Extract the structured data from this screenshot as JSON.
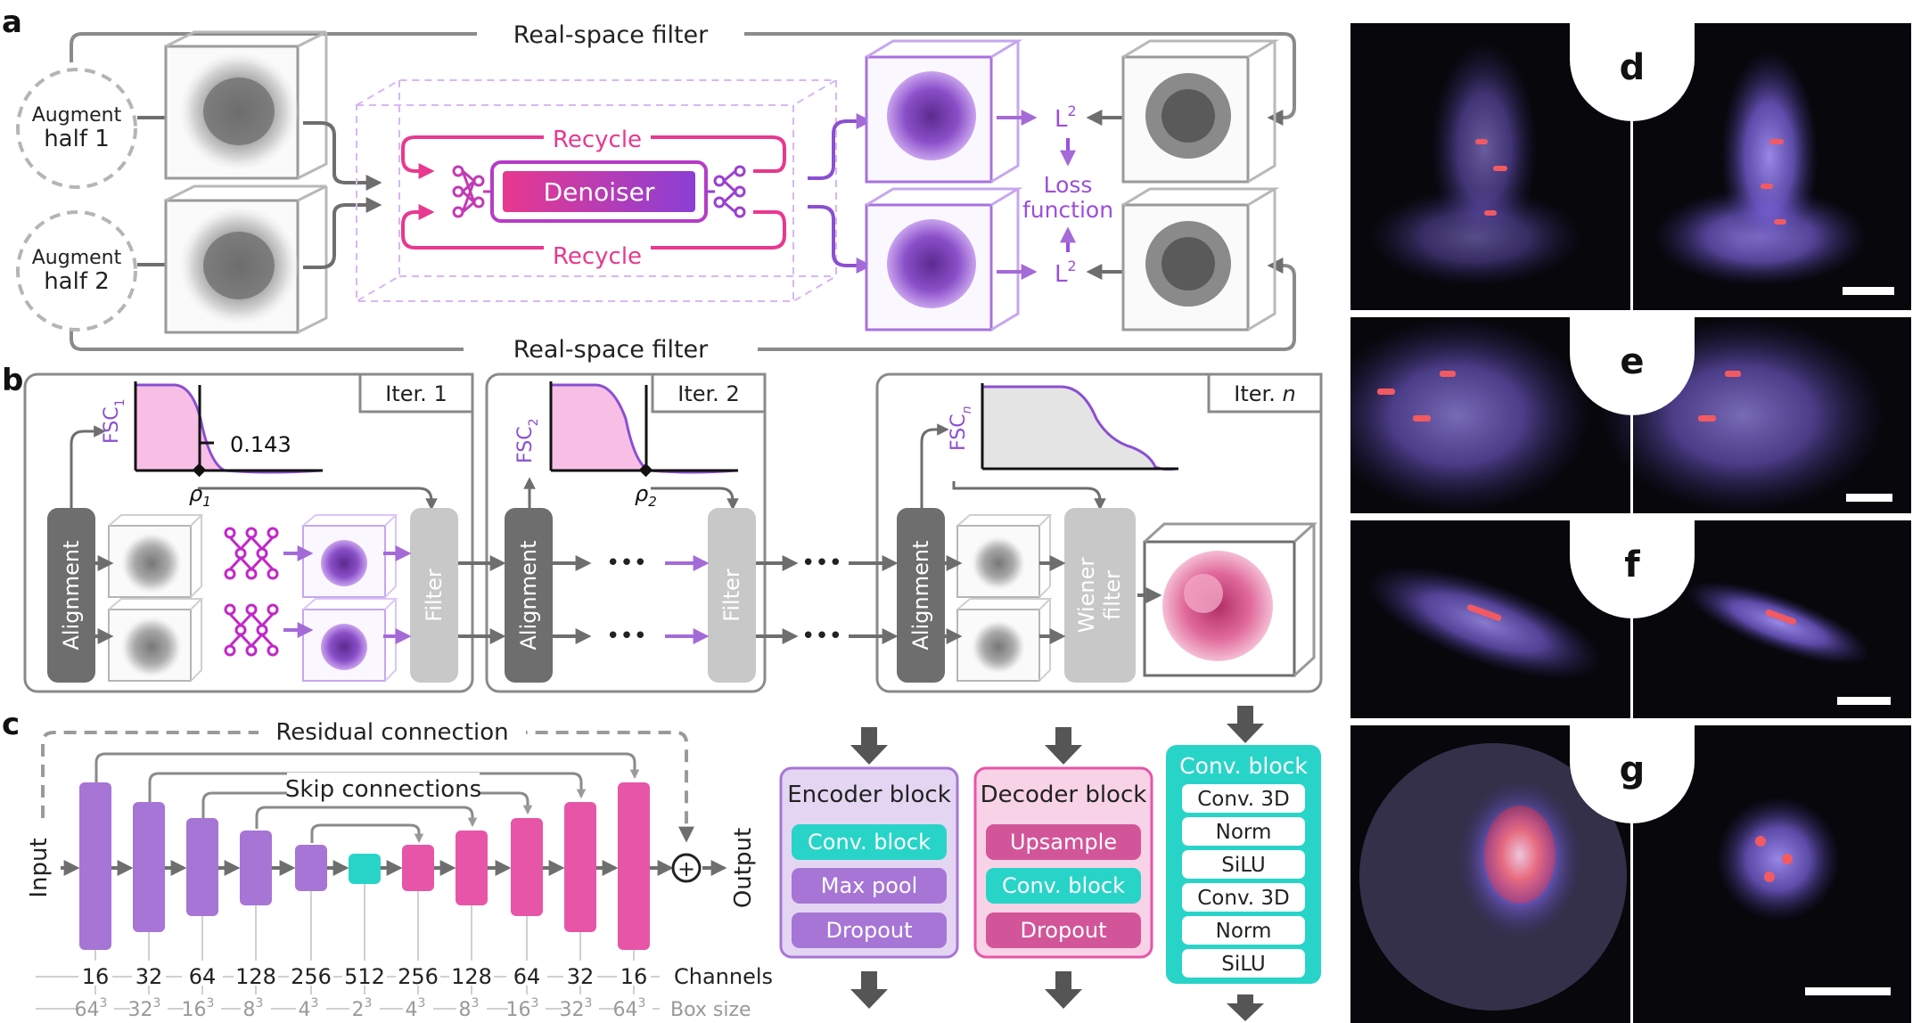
{
  "panel_a": {
    "label": "a",
    "rs_filter_top": "Real-space filter",
    "rs_filter_bottom": "Real-space filter",
    "augment1_l1": "Augment",
    "augment1_l2": "half 1",
    "augment2_l1": "Augment",
    "augment2_l2": "half 2",
    "recycle_top": "Recycle",
    "recycle_bottom": "Recycle",
    "denoiser": "Denoiser",
    "l2_top": "L",
    "l2_top_sup": "2",
    "l2_bottom": "L",
    "l2_bottom_sup": "2",
    "loss_l1": "Loss",
    "loss_l2": "function"
  },
  "panel_b": {
    "label": "b",
    "iter1": "Iter. 1",
    "iter2": "Iter. 2",
    "itern_prefix": "Iter. ",
    "itern_n": "n",
    "fsc": "FSC",
    "fsc1_sub": "1",
    "fsc2_sub": "2",
    "fscn_sub": "n",
    "threshold": "0.143",
    "rho": "ρ",
    "rho1_sub": "1",
    "rho2_sub": "2",
    "alignment": "Alignment",
    "filter": "Filter",
    "wiener_l1": "Wiener",
    "wiener_l2": "filter",
    "ellipsis": "•••"
  },
  "panel_c": {
    "label": "c",
    "residual": "Residual connection",
    "skip": "Skip connections",
    "input": "Input",
    "output": "Output",
    "plus": "+",
    "channels_label": "Channels",
    "boxsize_label": "Box size",
    "channels": [
      "16",
      "32",
      "64",
      "128",
      "256",
      "512",
      "256",
      "128",
      "64",
      "32",
      "16"
    ],
    "box_base": [
      "64",
      "32",
      "16",
      "8",
      "4",
      "2",
      "4",
      "8",
      "16",
      "32",
      "64"
    ],
    "box_exp": "3",
    "encoder": {
      "title": "Encoder block",
      "items": [
        "Conv. block",
        "Max pool",
        "Dropout"
      ]
    },
    "decoder": {
      "title": "Decoder block",
      "items": [
        "Upsample",
        "Conv. block",
        "Dropout"
      ]
    },
    "conv": {
      "title": "Conv. block",
      "items": [
        "Conv. 3D",
        "Norm",
        "SiLU",
        "Conv. 3D",
        "Norm",
        "SiLU"
      ]
    }
  },
  "maps": {
    "labels": [
      "d",
      "e",
      "f",
      "g"
    ]
  },
  "colors": {
    "purple": "#8b4fd1",
    "pink": "#e8388f",
    "teal": "#26d3c8",
    "gray": "#6e6e6e",
    "light_purple": "#b58be6",
    "map_blue": "#8a72f0",
    "map_red": "#f2545b"
  }
}
